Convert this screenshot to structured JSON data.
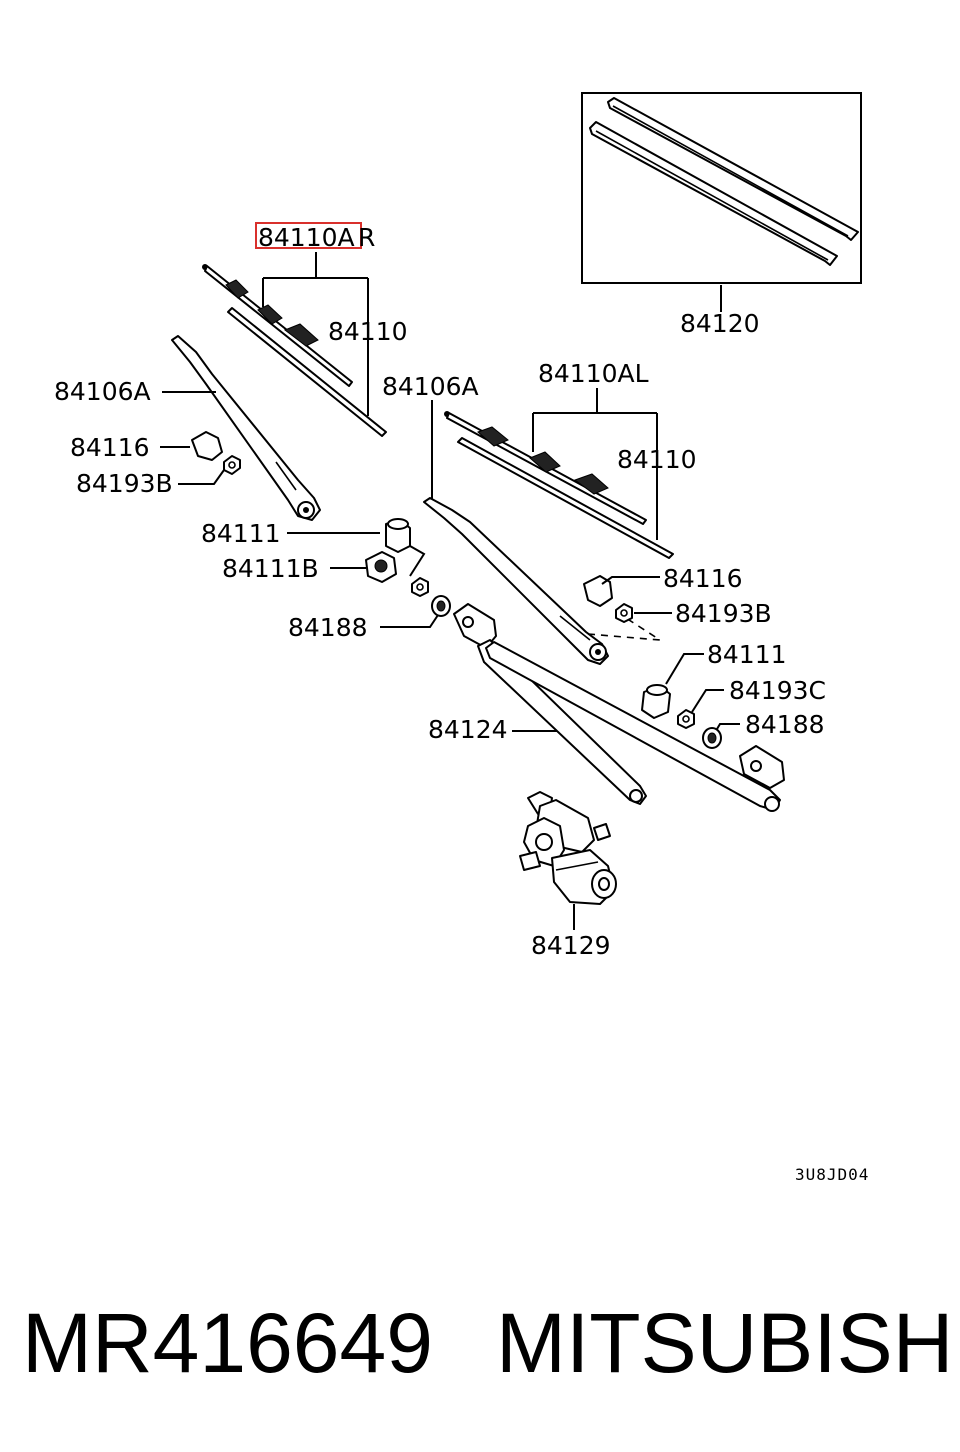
{
  "diagram": {
    "labels": {
      "blade_r": "84110A",
      "blade_r_suffix": "R",
      "blade_insert_r": "84110",
      "refill_set": "84120",
      "arm_r": "84106A",
      "cap_r": "84116",
      "nut_r": "84193B",
      "arm_l": "84106A",
      "blade_l": "84110AL",
      "blade_insert_l": "84110",
      "pivot_cap_r": "84111",
      "pivot_cap_b": "84111B",
      "bushing_r": "84188",
      "cap_l": "84116",
      "nut_l": "84193B",
      "pivot_cap_l": "84111",
      "nut_c": "84193C",
      "bushing_l": "84188",
      "linkage": "84124",
      "motor": "84129"
    },
    "drawing_code": "3U8JD04",
    "highlight_color": "#d9302c"
  },
  "footer": {
    "part_number": "MR416649",
    "brand": "MITSUBISHI"
  }
}
